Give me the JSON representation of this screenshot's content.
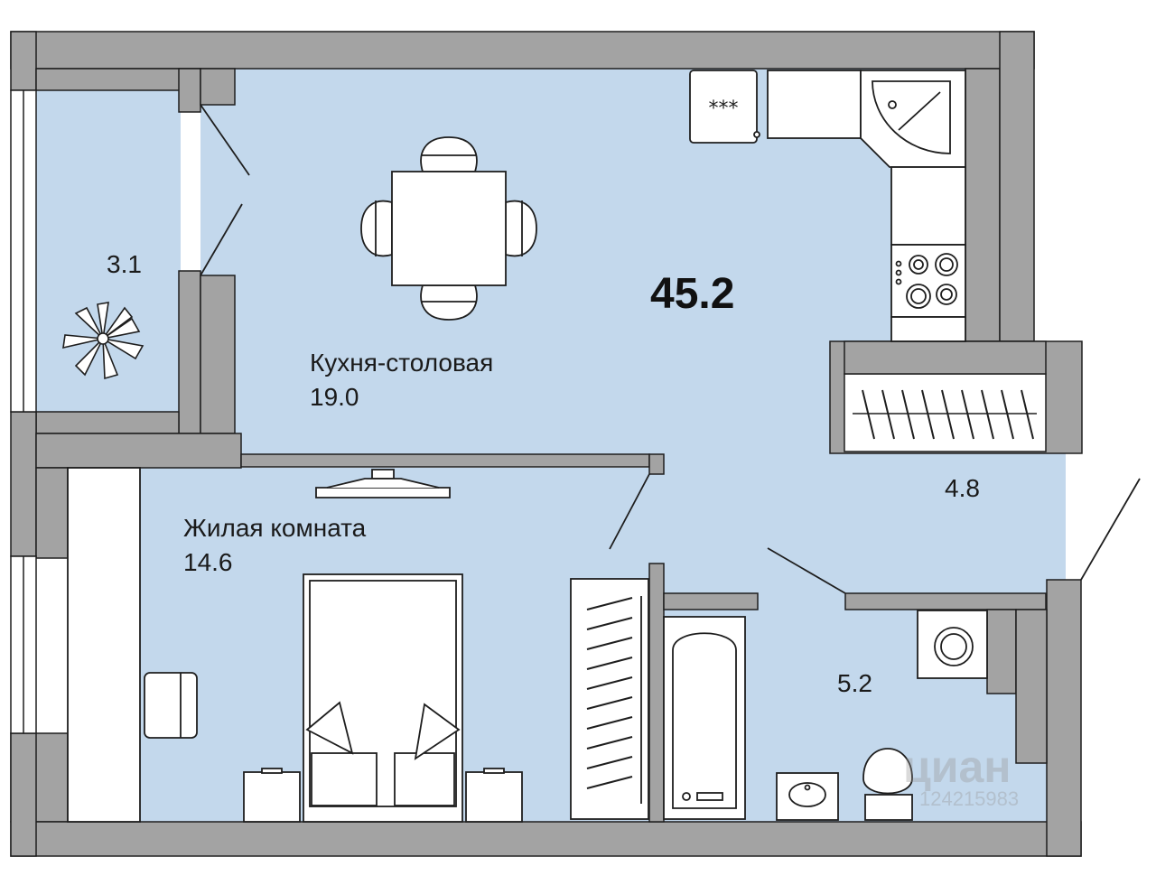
{
  "plan": {
    "total_area": "45.2",
    "rooms": {
      "kitchen": {
        "name": "Кухня-столовая",
        "area": "19.0"
      },
      "living": {
        "name": "Жилая комната",
        "area": "14.6"
      },
      "balcony": {
        "area": "3.1"
      },
      "hallway": {
        "area": "4.8"
      },
      "bathroom": {
        "area": "5.2"
      }
    },
    "stove_label": "***"
  },
  "watermark": {
    "brand": "циан",
    "id": "124215983"
  },
  "colors": {
    "floor": "#c3d8ec",
    "wall": "#a3a3a3",
    "wall_stroke": "#1e1e1e"
  }
}
